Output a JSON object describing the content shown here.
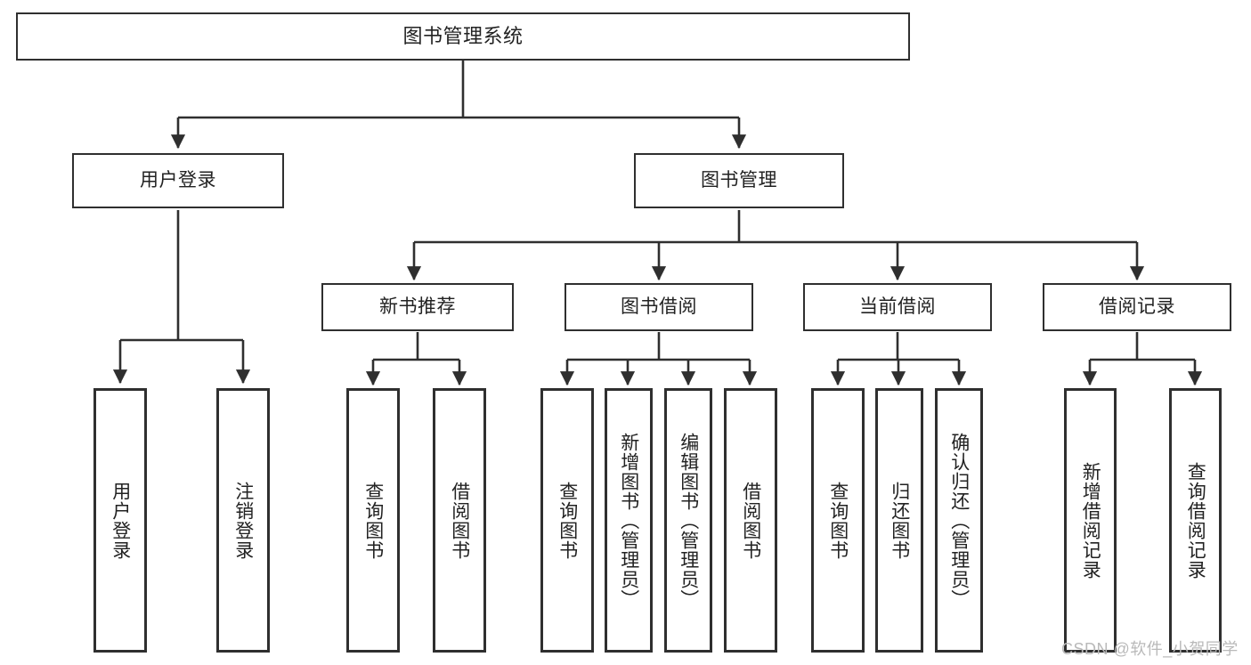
{
  "diagram": {
    "title": "图书管理系统",
    "type": "tree-hierarchy",
    "background_color": "#ffffff",
    "line_color": "#2f2f2f",
    "box_fill": "#ffffff",
    "text_color": "#222222"
  },
  "root": {
    "label": "图书管理系统"
  },
  "level2": [
    {
      "label": "用户登录"
    },
    {
      "label": "图书管理"
    }
  ],
  "level3": [
    {
      "label": "新书推荐"
    },
    {
      "label": "图书借阅"
    },
    {
      "label": "当前借阅"
    },
    {
      "label": "借阅记录"
    }
  ],
  "leaves": {
    "user_login": [
      {
        "label": "用户登录"
      },
      {
        "label": "注销登录"
      }
    ],
    "new_book_recommend": [
      {
        "label": "查询图书"
      },
      {
        "label": "借阅图书"
      }
    ],
    "book_borrow": [
      {
        "label": "查询图书"
      },
      {
        "label": "新增图书（管理员）"
      },
      {
        "label": "编辑图书（管理员）"
      },
      {
        "label": "借阅图书"
      }
    ],
    "current_borrow": [
      {
        "label": "查询图书"
      },
      {
        "label": "归还图书"
      },
      {
        "label": "确认归还（管理员）"
      }
    ],
    "borrow_record": [
      {
        "label": "新增借阅记录"
      },
      {
        "label": "查询借阅记录"
      }
    ]
  },
  "watermark": {
    "text": "CSDN @软件_小贺同学"
  }
}
